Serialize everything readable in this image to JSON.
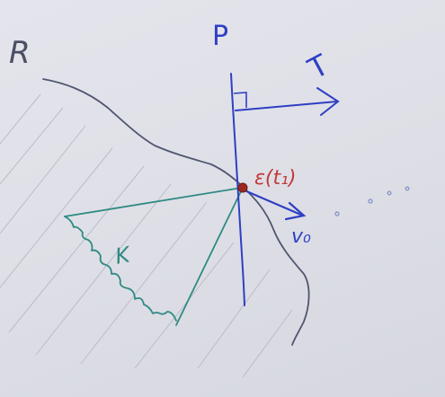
{
  "labels": {
    "region": "R",
    "plane": "P",
    "tangent": "T",
    "point": "ε(t₁)",
    "velocity": "v₀",
    "cone": "K"
  },
  "colors": {
    "paper": "#e2e3ea",
    "pencil": "#4f5670",
    "hatch": "#b9bcc8",
    "blue_ink": "#2f3fc4",
    "green_ink": "#2f8a83",
    "red_ink": "#c43a3a",
    "point": "#9c2a22",
    "dots": "#8a98c8"
  }
}
